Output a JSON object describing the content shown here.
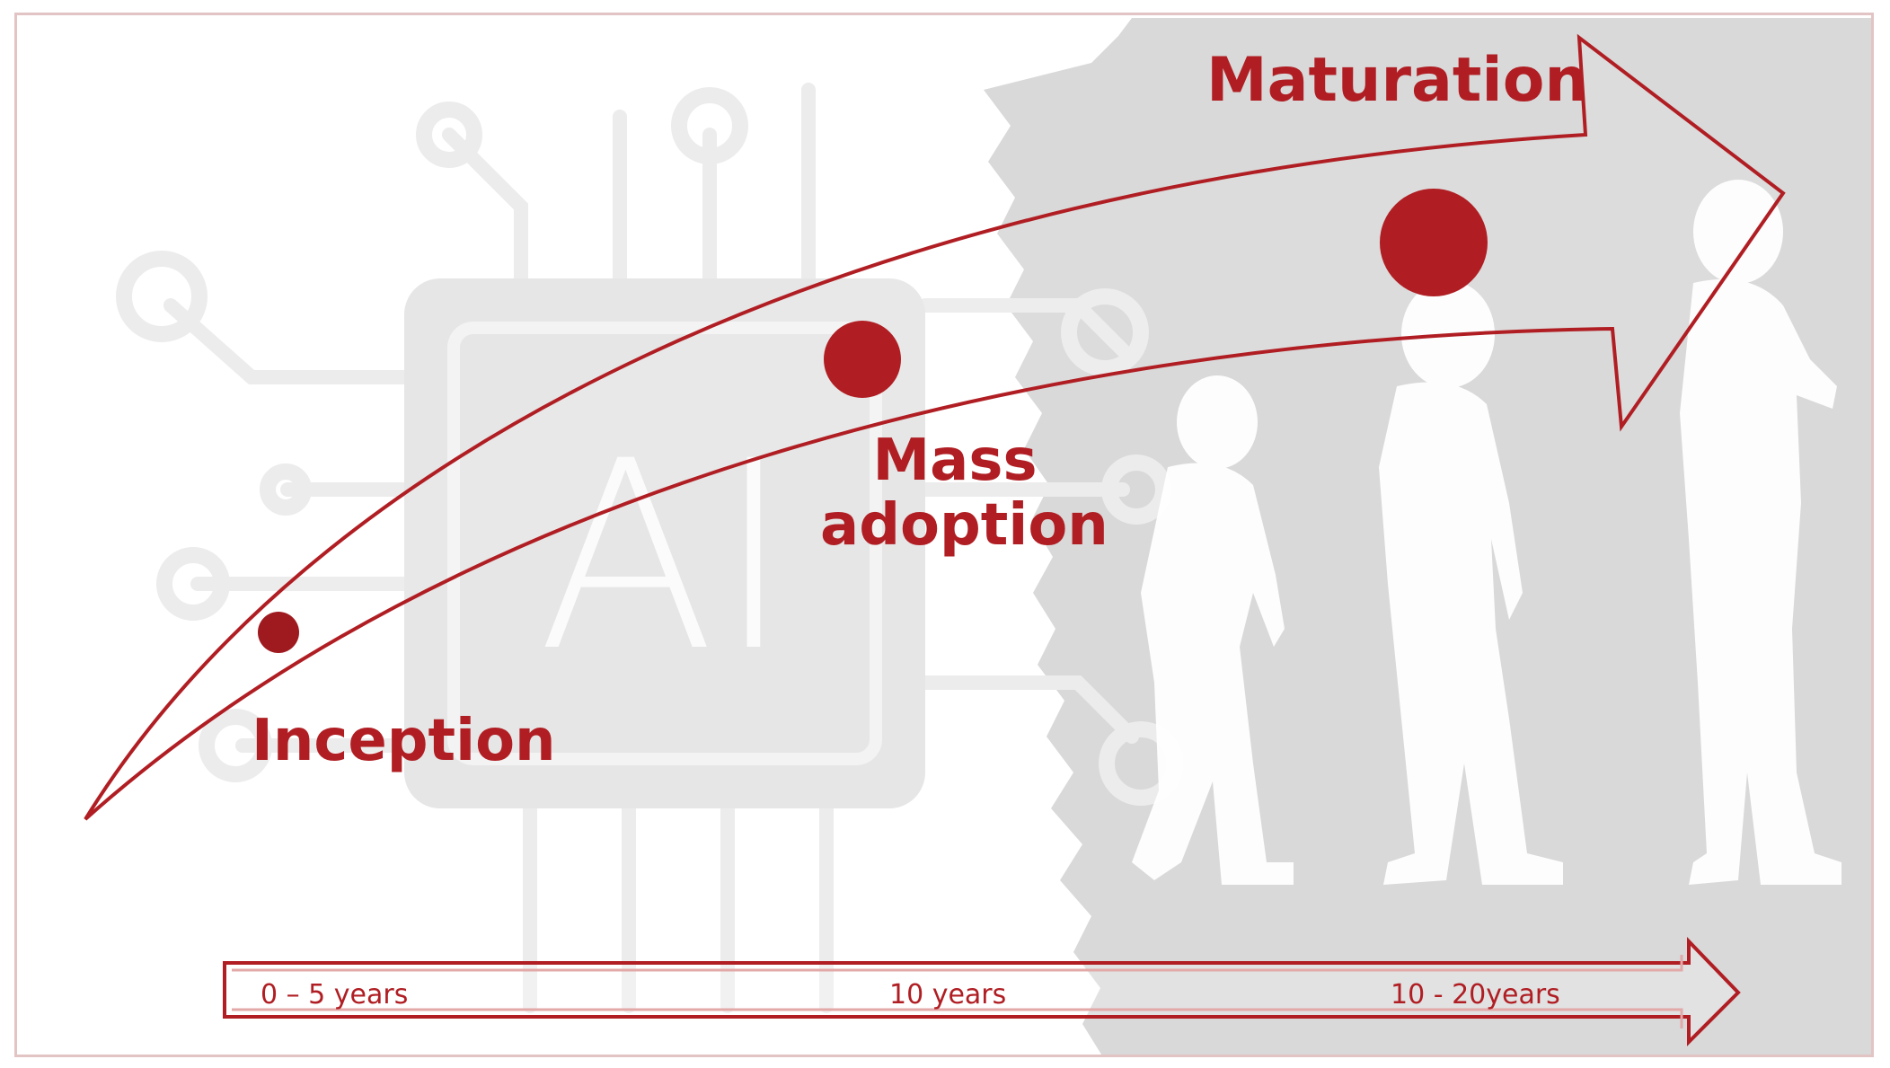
{
  "stages": [
    {
      "label_lines": [
        "Inception"
      ]
    },
    {
      "label_lines": [
        "Mass",
        "adoption"
      ]
    },
    {
      "label_lines": [
        "Maturation"
      ]
    }
  ],
  "timeline": [
    "0 – 5 years",
    "10 years",
    "10 - 20years"
  ],
  "background": {
    "chip_text": "AI"
  },
  "colors": {
    "accent": "#b01e23",
    "accent_dark": "#9e1a1f",
    "panel_gray": "#d9d9d9",
    "chip_gray": "#e6e6e6",
    "silhouette": "#ffffff"
  }
}
